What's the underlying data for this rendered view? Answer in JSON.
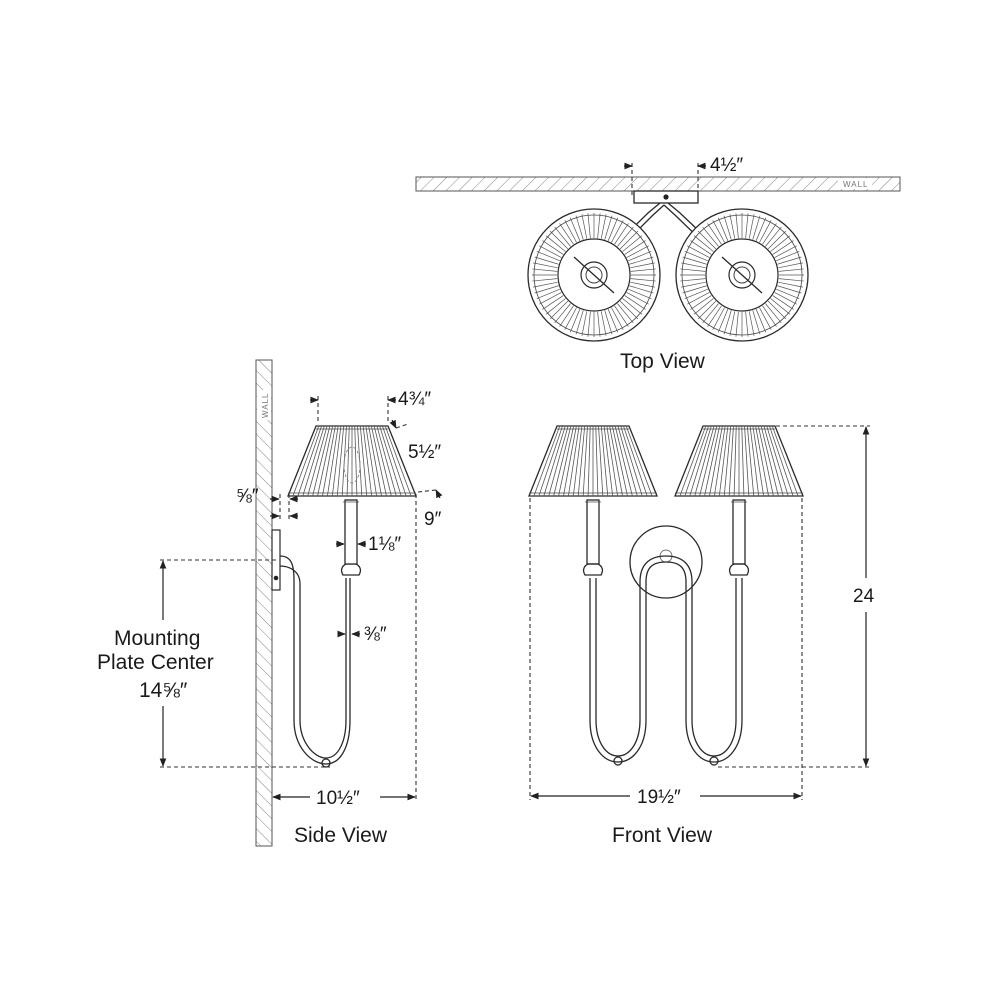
{
  "views": {
    "top": {
      "title": "Top View",
      "wall_label": "WALL",
      "plate_width": "4½″"
    },
    "side": {
      "title": "Side View",
      "wall_label": "WALL",
      "shade_top": "4¾″",
      "shade_height": "5½″",
      "plate_projection": "⅝″",
      "shade_bottom": "9″",
      "column_width": "1⅛″",
      "arm_width": "⅜″",
      "mounting_label_line1": "Mounting",
      "mounting_label_line2": "Plate Center",
      "mounting_value": "14⅝″",
      "extension": "10½″"
    },
    "front": {
      "title": "Front View",
      "width": "19½″",
      "height": "24"
    }
  }
}
